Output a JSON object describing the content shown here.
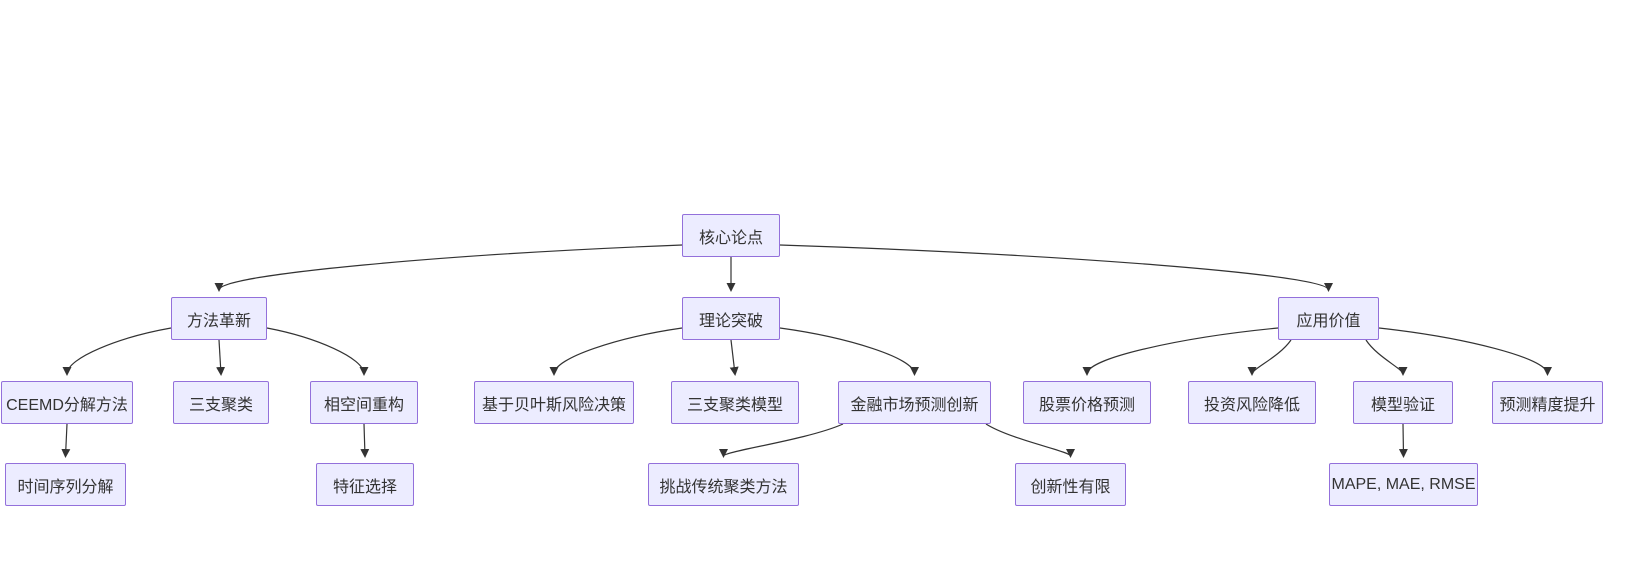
{
  "diagram": {
    "type": "flowchart-top-down",
    "background": "#ffffff",
    "node_fill": "#ECECFF",
    "node_border": "#9370DB",
    "edge_color": "#333333",
    "text_color": "#333333",
    "nodes": [
      {
        "id": "core-thesis",
        "label": "核心论点"
      },
      {
        "id": "method-innovation",
        "label": "方法革新"
      },
      {
        "id": "theory-breakthrough",
        "label": "理论突破"
      },
      {
        "id": "application-value",
        "label": "应用价值"
      },
      {
        "id": "ceemd-decomposition-method",
        "label": "CEEMD分解方法"
      },
      {
        "id": "three-way-clustering",
        "label": "三支聚类"
      },
      {
        "id": "phase-space-reconstruction",
        "label": "相空间重构"
      },
      {
        "id": "bayesian-risk-decision",
        "label": "基于贝叶斯风险决策"
      },
      {
        "id": "three-way-clustering-model",
        "label": "三支聚类模型"
      },
      {
        "id": "financial-market-forecast-innovation",
        "label": "金融市场预测创新"
      },
      {
        "id": "stock-price-prediction",
        "label": "股票价格预测"
      },
      {
        "id": "investment-risk-reduction",
        "label": "投资风险降低"
      },
      {
        "id": "model-validation",
        "label": "模型验证"
      },
      {
        "id": "forecast-accuracy-improvement",
        "label": "预测精度提升"
      },
      {
        "id": "time-series-decomposition",
        "label": "时间序列分解"
      },
      {
        "id": "feature-selection",
        "label": "特征选择"
      },
      {
        "id": "challenge-traditional-clustering",
        "label": "挑战传统聚类方法"
      },
      {
        "id": "limited-novelty",
        "label": "创新性有限"
      },
      {
        "id": "mape-mae-rmse",
        "label": "MAPE, MAE, RMSE"
      }
    ],
    "edges": [
      {
        "from": "core-thesis",
        "to": "method-innovation"
      },
      {
        "from": "core-thesis",
        "to": "theory-breakthrough"
      },
      {
        "from": "core-thesis",
        "to": "application-value"
      },
      {
        "from": "method-innovation",
        "to": "ceemd-decomposition-method"
      },
      {
        "from": "method-innovation",
        "to": "three-way-clustering"
      },
      {
        "from": "method-innovation",
        "to": "phase-space-reconstruction"
      },
      {
        "from": "theory-breakthrough",
        "to": "bayesian-risk-decision"
      },
      {
        "from": "theory-breakthrough",
        "to": "three-way-clustering-model"
      },
      {
        "from": "theory-breakthrough",
        "to": "financial-market-forecast-innovation"
      },
      {
        "from": "application-value",
        "to": "stock-price-prediction"
      },
      {
        "from": "application-value",
        "to": "investment-risk-reduction"
      },
      {
        "from": "application-value",
        "to": "model-validation"
      },
      {
        "from": "application-value",
        "to": "forecast-accuracy-improvement"
      },
      {
        "from": "ceemd-decomposition-method",
        "to": "time-series-decomposition"
      },
      {
        "from": "phase-space-reconstruction",
        "to": "feature-selection"
      },
      {
        "from": "financial-market-forecast-innovation",
        "to": "challenge-traditional-clustering"
      },
      {
        "from": "financial-market-forecast-innovation",
        "to": "limited-novelty"
      },
      {
        "from": "model-validation",
        "to": "mape-mae-rmse"
      }
    ]
  }
}
